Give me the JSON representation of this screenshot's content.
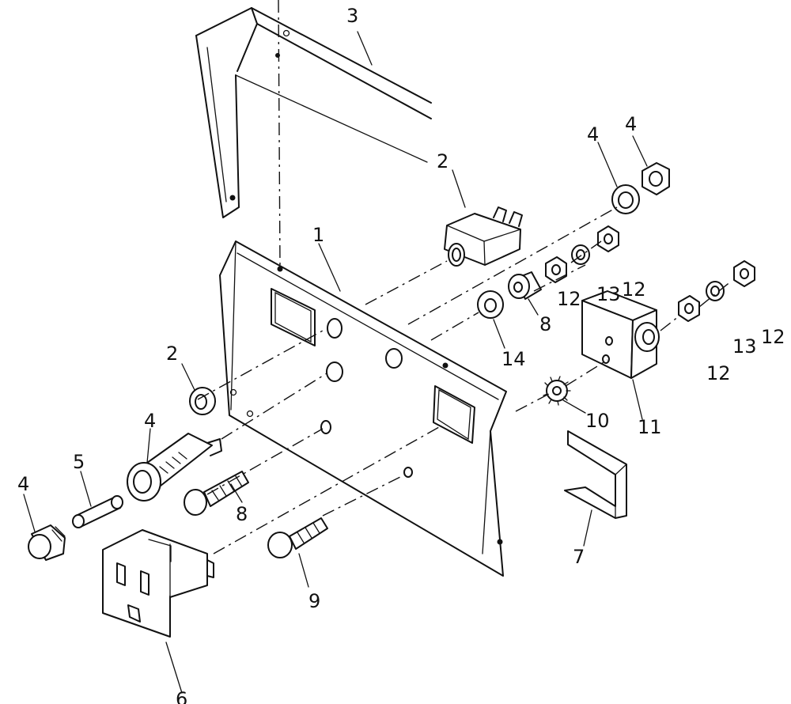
{
  "callouts": {
    "c1": "1",
    "c2_switch": "2",
    "c2_washer": "2",
    "c3": "3",
    "c4_washer": "4",
    "c4_nut": "4",
    "c4_holder": "4",
    "c4_cap": "4",
    "c5": "5",
    "c6": "6",
    "c7": "7",
    "c8_bushing": "8",
    "c8_post": "8",
    "c9": "9",
    "c10": "10",
    "c11": "11",
    "c12_a": "12",
    "c12_b": "12",
    "c12_c": "12",
    "c12_d": "12",
    "c13_a": "13",
    "c13_b": "13",
    "c14": "14"
  }
}
